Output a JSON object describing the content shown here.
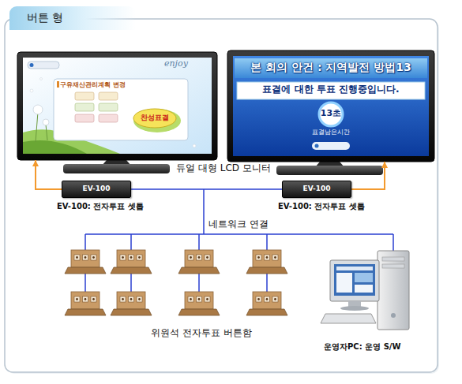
{
  "diagram": {
    "title": "버튼 형",
    "nodes": [
      {
        "text": [
          "enjoy",
          "구유재산관리계획 변경",
          "찬성표결"
        ]
      },
      {
        "text": [
          "본 회의 안건 : 지역발전 방법13",
          "표결에 대한 투표 진행중입니다.",
          "13초",
          "표결남은시간"
        ]
      },
      {
        "text": [
          "EV-100"
        ]
      },
      {
        "text": [
          "EV-100"
        ]
      }
    ],
    "edges": [
      {
        "from": 2,
        "to": 0,
        "arrow": "to"
      },
      {
        "from": 3,
        "to": 1,
        "arrow": "to"
      },
      {
        "from": 2,
        "to": 3,
        "arrow": "none"
      }
    ],
    "labels": [
      "듀얼 대형 LCD 모니터",
      "EV-100: 전자투표 셋톱",
      "EV-100: 전자투표 셋톱",
      "네트워크 연결",
      "위원석 전자투표 버튼함",
      "운영자PC: 운영 S/W"
    ]
  }
}
